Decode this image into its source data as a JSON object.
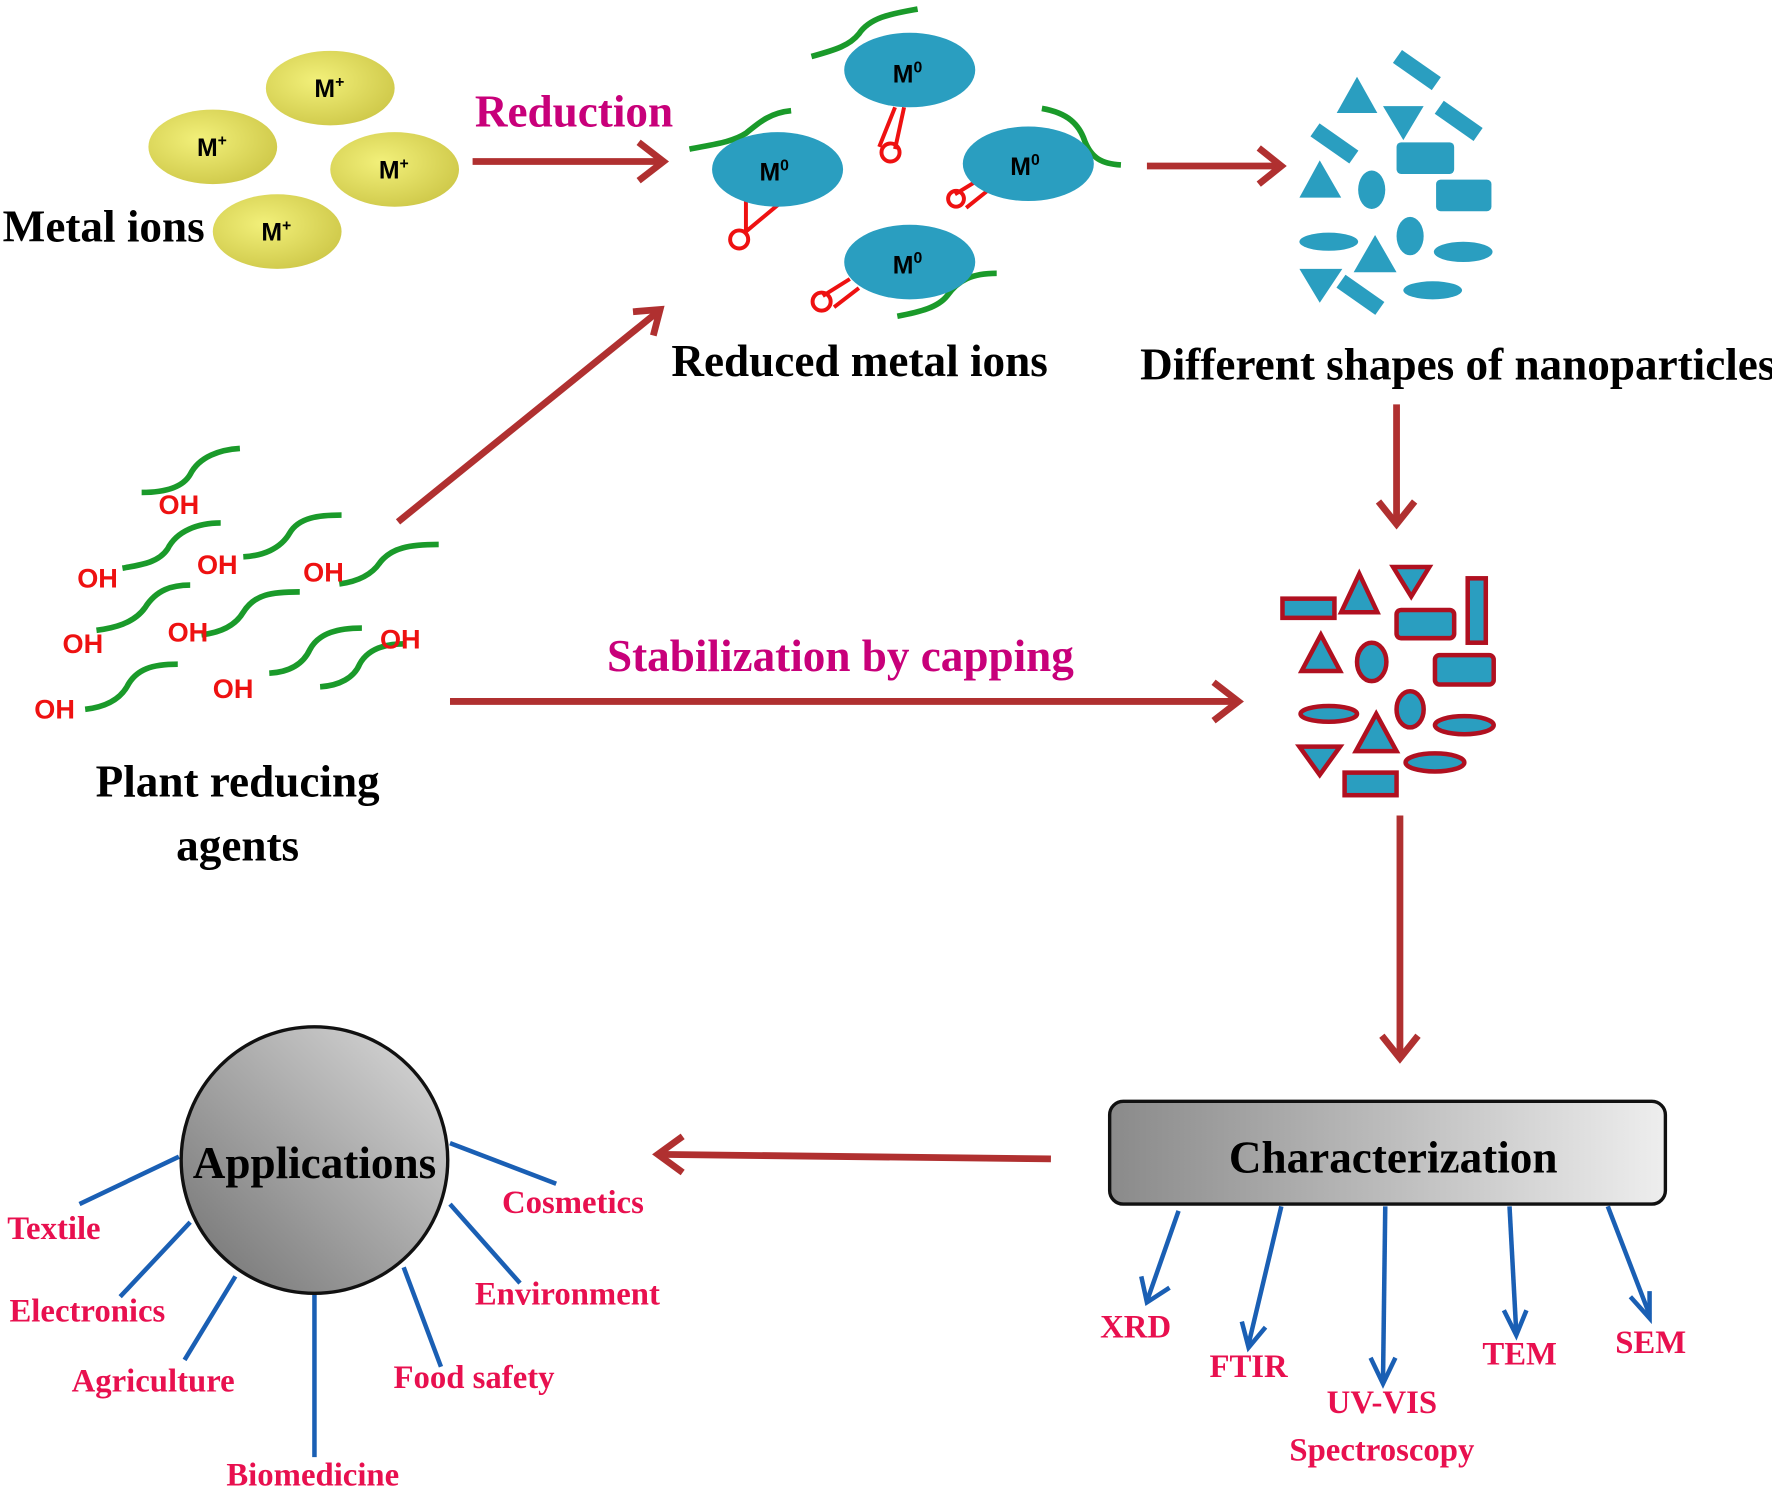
{
  "title": "Green synthesis of metal nanoparticles using plant reducing agents",
  "nodes": {
    "metal_ions": {
      "label": "Metal ions",
      "ion_label": "M",
      "ion_charge": "+"
    },
    "reduction": {
      "label": "Reduction"
    },
    "reduced_metal_ions": {
      "label": "Reduced metal ions",
      "atom_label": "M",
      "atom_charge": "0"
    },
    "nanoparticle_shapes": {
      "label": "Different shapes of nanoparticles"
    },
    "plant_reducing_agents": {
      "label_line1": "Plant reducing",
      "label_line2": "agents",
      "group_label": "OH"
    },
    "stabilization": {
      "label": "Stabilization by capping"
    },
    "characterization": {
      "label": "Characterization"
    },
    "applications": {
      "label": "Applications"
    }
  },
  "characterization_methods": [
    "XRD",
    "FTIR",
    "UV-VIS",
    "Spectroscopy",
    "TEM",
    "SEM"
  ],
  "applications_list": [
    "Textile",
    "Electronics",
    "Agriculture",
    "Biomedicine",
    "Food safety",
    "Environment",
    "Cosmetics"
  ],
  "colors": {
    "arrow": "#b03030",
    "process_label": "#c8007a",
    "item_label": "#e8104f",
    "connector": "#1a5fb4",
    "nanoparticle": "#2a9ec0",
    "metal_ion": "#e6e35a",
    "capping_chain": "#1a9a2a"
  }
}
